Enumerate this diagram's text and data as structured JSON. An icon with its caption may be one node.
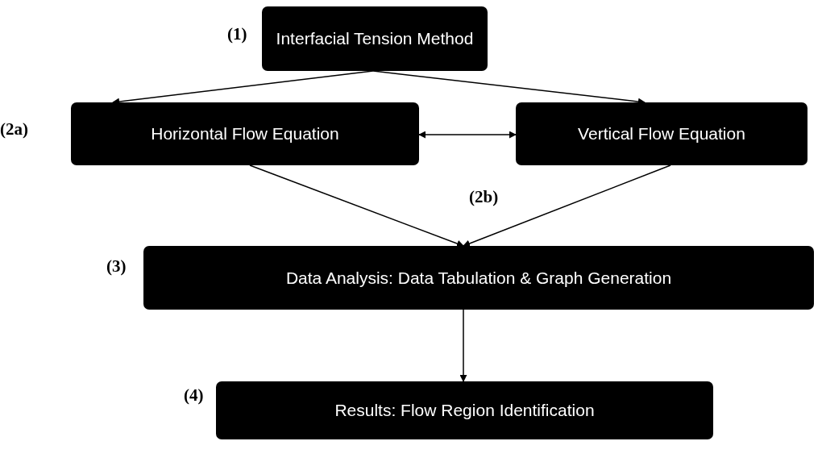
{
  "diagram": {
    "nodes": [
      {
        "text": [
          "Interfacial Tension Method"
        ],
        "beside": [
          "(1)"
        ]
      },
      {
        "text": [
          "Horizontal Flow Equation"
        ],
        "beside": [
          "(2a)"
        ]
      },
      {
        "text": [
          "Vertical Flow Equation"
        ],
        "beside": [
          "(2b)"
        ]
      },
      {
        "text": [
          "Data Analysis: Data Tabulation & Graph Generation"
        ],
        "beside": [
          "(3)"
        ]
      },
      {
        "text": [
          "Results: Flow Region Identification"
        ],
        "beside": [
          "(4)"
        ]
      }
    ],
    "edges": [
      {
        "from": 0,
        "to": 1,
        "arrow": "to"
      },
      {
        "from": 0,
        "to": 2,
        "arrow": "to"
      },
      {
        "from": 1,
        "to": 2,
        "arrow": "both"
      },
      {
        "from": 1,
        "to": 3,
        "arrow": "to"
      },
      {
        "from": 2,
        "to": 3,
        "arrow": "to"
      },
      {
        "from": 3,
        "to": 4,
        "arrow": "to"
      }
    ]
  }
}
